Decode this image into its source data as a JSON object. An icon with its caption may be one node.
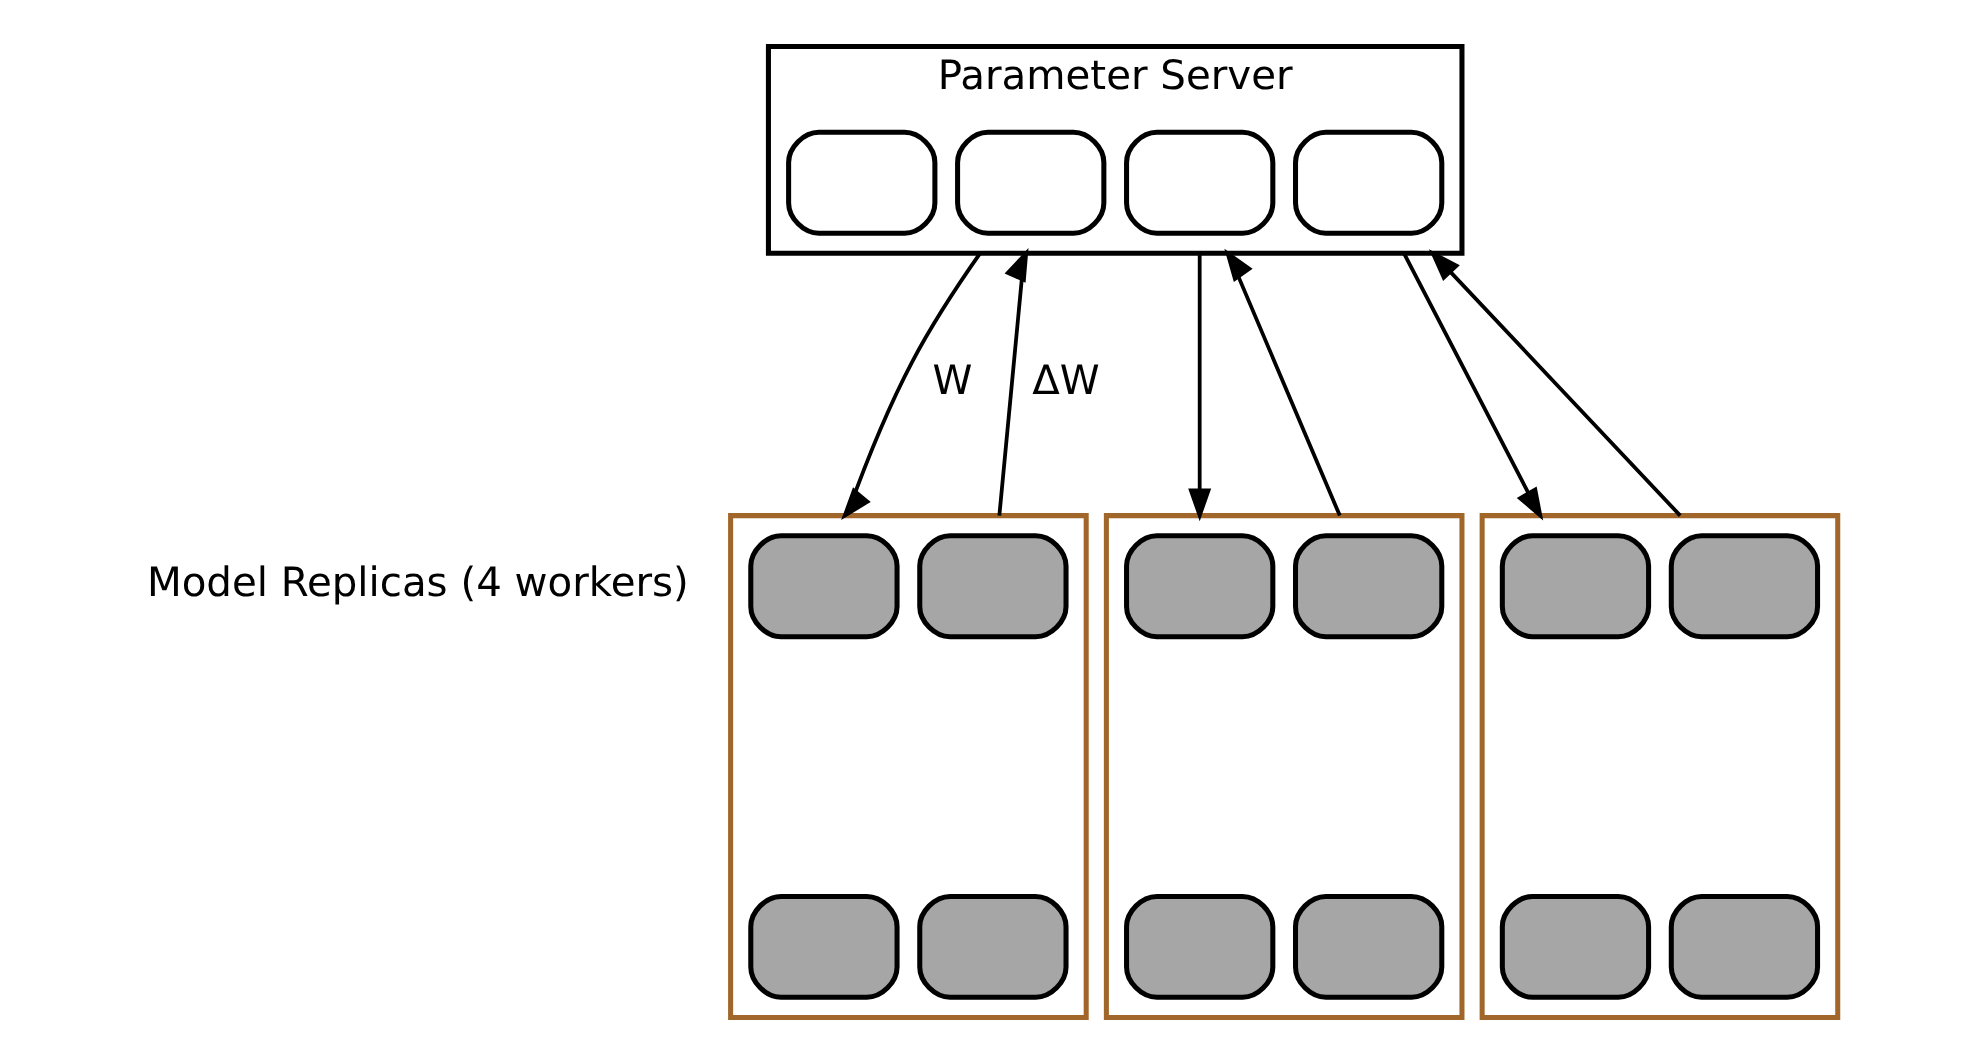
{
  "diagram": {
    "nodes": [
      {
        "text": [
          "Parameter Server"
        ]
      },
      {
        "text": [],
        "shape": "box",
        "in": 0
      },
      {
        "text": [],
        "shape": "box",
        "in": 0
      },
      {
        "text": [],
        "shape": "box",
        "in": 0
      },
      {
        "text": [],
        "shape": "box",
        "in": 0
      },
      {
        "text": [],
        "shape": "box"
      },
      {
        "text": [],
        "shape": "box",
        "in": 5
      },
      {
        "text": [],
        "shape": "box",
        "in": 5
      },
      {
        "text": [],
        "shape": "box",
        "in": 5
      },
      {
        "text": [],
        "shape": "box",
        "in": 5
      },
      {
        "text": [],
        "shape": "box"
      },
      {
        "text": [],
        "shape": "box",
        "in": 10
      },
      {
        "text": [],
        "shape": "box",
        "in": 10
      },
      {
        "text": [],
        "shape": "box",
        "in": 10
      },
      {
        "text": [],
        "shape": "box",
        "in": 10
      },
      {
        "text": [],
        "shape": "box"
      },
      {
        "text": [],
        "shape": "box",
        "in": 15
      },
      {
        "text": [],
        "shape": "box",
        "in": 15
      },
      {
        "text": [],
        "shape": "box",
        "in": 15
      },
      {
        "text": [],
        "shape": "box",
        "in": 15
      }
    ],
    "edges": [
      {
        "from": 0,
        "to": 5,
        "arrow": "to",
        "label": "W"
      },
      {
        "from": 5,
        "to": 0,
        "arrow": "to",
        "label": "ΔW"
      },
      {
        "from": 0,
        "to": 10,
        "arrow": "to"
      },
      {
        "from": 10,
        "to": 0,
        "arrow": "to"
      },
      {
        "from": 0,
        "to": 15,
        "arrow": "to"
      },
      {
        "from": 15,
        "to": 0,
        "arrow": "to"
      }
    ],
    "labels": [
      "Model Replicas (4 workers)"
    ]
  }
}
